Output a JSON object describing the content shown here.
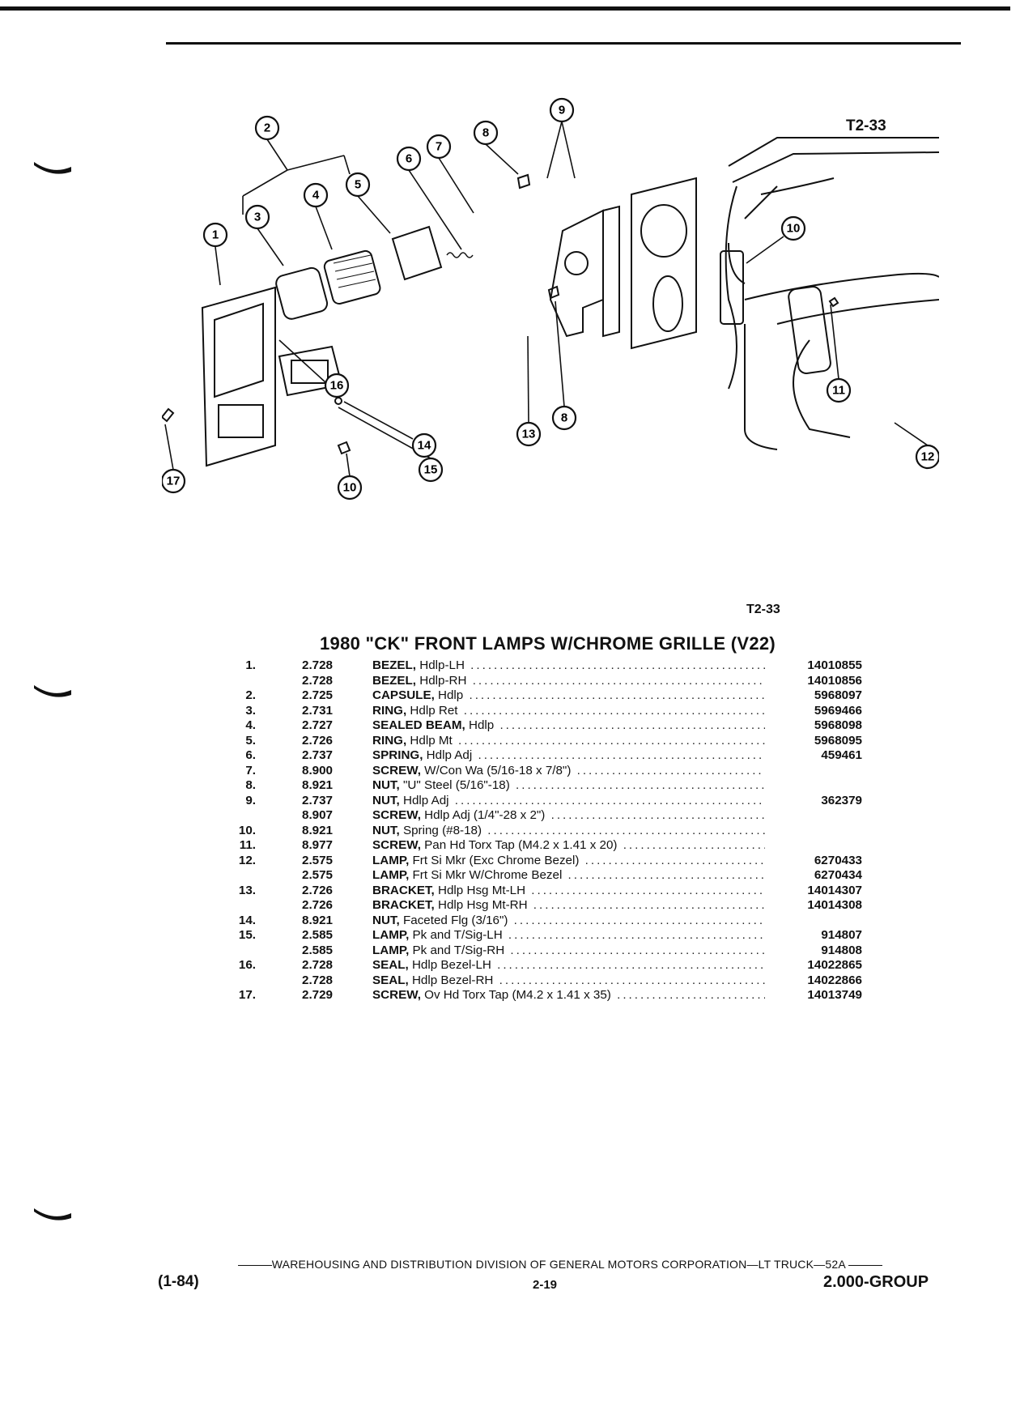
{
  "plate": {
    "top_label": "T2-33",
    "caption_label": "T2-33"
  },
  "callouts": [
    "1",
    "2",
    "3",
    "4",
    "5",
    "6",
    "7",
    "8",
    "9",
    "10",
    "11",
    "12",
    "13",
    "8",
    "10",
    "14",
    "15",
    "16",
    "17"
  ],
  "title": "1980 \"CK\" FRONT LAMPS W/CHROME GRILLE (V22)",
  "parts": [
    {
      "key": "1.",
      "group": "2.728",
      "name": "BEZEL,",
      "desc": " Hdlp-LH",
      "part": "14010855"
    },
    {
      "key": "",
      "group": "2.728",
      "name": "BEZEL,",
      "desc": " Hdlp-RH",
      "part": "14010856"
    },
    {
      "key": "2.",
      "group": "2.725",
      "name": "CAPSULE,",
      "desc": " Hdlp",
      "part": "5968097"
    },
    {
      "key": "3.",
      "group": "2.731",
      "name": "RING,",
      "desc": " Hdlp Ret",
      "part": "5969466"
    },
    {
      "key": "4.",
      "group": "2.727",
      "name": "SEALED BEAM,",
      "desc": " Hdlp",
      "part": "5968098"
    },
    {
      "key": "5.",
      "group": "2.726",
      "name": "RING,",
      "desc": " Hdlp Mt",
      "part": "5968095"
    },
    {
      "key": "6.",
      "group": "2.737",
      "name": "SPRING,",
      "desc": " Hdlp Adj",
      "part": "459461"
    },
    {
      "key": "7.",
      "group": "8.900",
      "name": "SCREW,",
      "desc": " W/Con Wa (5/16-18 x 7/8\")",
      "part": ""
    },
    {
      "key": "8.",
      "group": "8.921",
      "name": "NUT,",
      "desc": " \"U\" Steel (5/16\"-18)",
      "part": ""
    },
    {
      "key": "9.",
      "group": "2.737",
      "name": "NUT,",
      "desc": " Hdlp Adj",
      "part": "362379"
    },
    {
      "key": "",
      "group": "8.907",
      "name": "SCREW,",
      "desc": " Hdlp Adj (1/4\"-28 x 2\")",
      "part": ""
    },
    {
      "key": "10.",
      "group": "8.921",
      "name": "NUT,",
      "desc": " Spring (#8-18)",
      "part": ""
    },
    {
      "key": "11.",
      "group": "8.977",
      "name": "SCREW,",
      "desc": " Pan Hd Torx Tap (M4.2 x 1.41 x 20)",
      "part": ""
    },
    {
      "key": "12.",
      "group": "2.575",
      "name": "LAMP,",
      "desc": " Frt Si Mkr (Exc Chrome Bezel)",
      "part": "6270433"
    },
    {
      "key": "",
      "group": "2.575",
      "name": "LAMP,",
      "desc": " Frt Si Mkr W/Chrome Bezel",
      "part": "6270434"
    },
    {
      "key": "13.",
      "group": "2.726",
      "name": "BRACKET,",
      "desc": " Hdlp Hsg Mt-LH",
      "part": "14014307"
    },
    {
      "key": "",
      "group": "2.726",
      "name": "BRACKET,",
      "desc": " Hdlp Hsg Mt-RH",
      "part": "14014308"
    },
    {
      "key": "14.",
      "group": "8.921",
      "name": "NUT,",
      "desc": " Faceted Flg (3/16\")",
      "part": ""
    },
    {
      "key": "15.",
      "group": "2.585",
      "name": "LAMP,",
      "desc": " Pk and T/Sig-LH",
      "part": "914807"
    },
    {
      "key": "",
      "group": "2.585",
      "name": "LAMP,",
      "desc": " Pk and T/Sig-RH",
      "part": "914808"
    },
    {
      "key": "16.",
      "group": "2.728",
      "name": "SEAL,",
      "desc": " Hdlp Bezel-LH",
      "part": "14022865"
    },
    {
      "key": "",
      "group": "2.728",
      "name": "SEAL,",
      "desc": " Hdlp Bezel-RH",
      "part": "14022866"
    },
    {
      "key": "17.",
      "group": "2.729",
      "name": "SCREW,",
      "desc": " Ov Hd Torx Tap (M4.2 x 1.41 x 35)",
      "part": "14013749"
    }
  ],
  "footer": {
    "line": "WAREHOUSING AND DISTRIBUTION  DIVISION OF GENERAL MOTORS CORPORATION—LT TRUCK—52A",
    "left": "(1-84)",
    "page": "2-19",
    "right": "2.000-GROUP"
  }
}
